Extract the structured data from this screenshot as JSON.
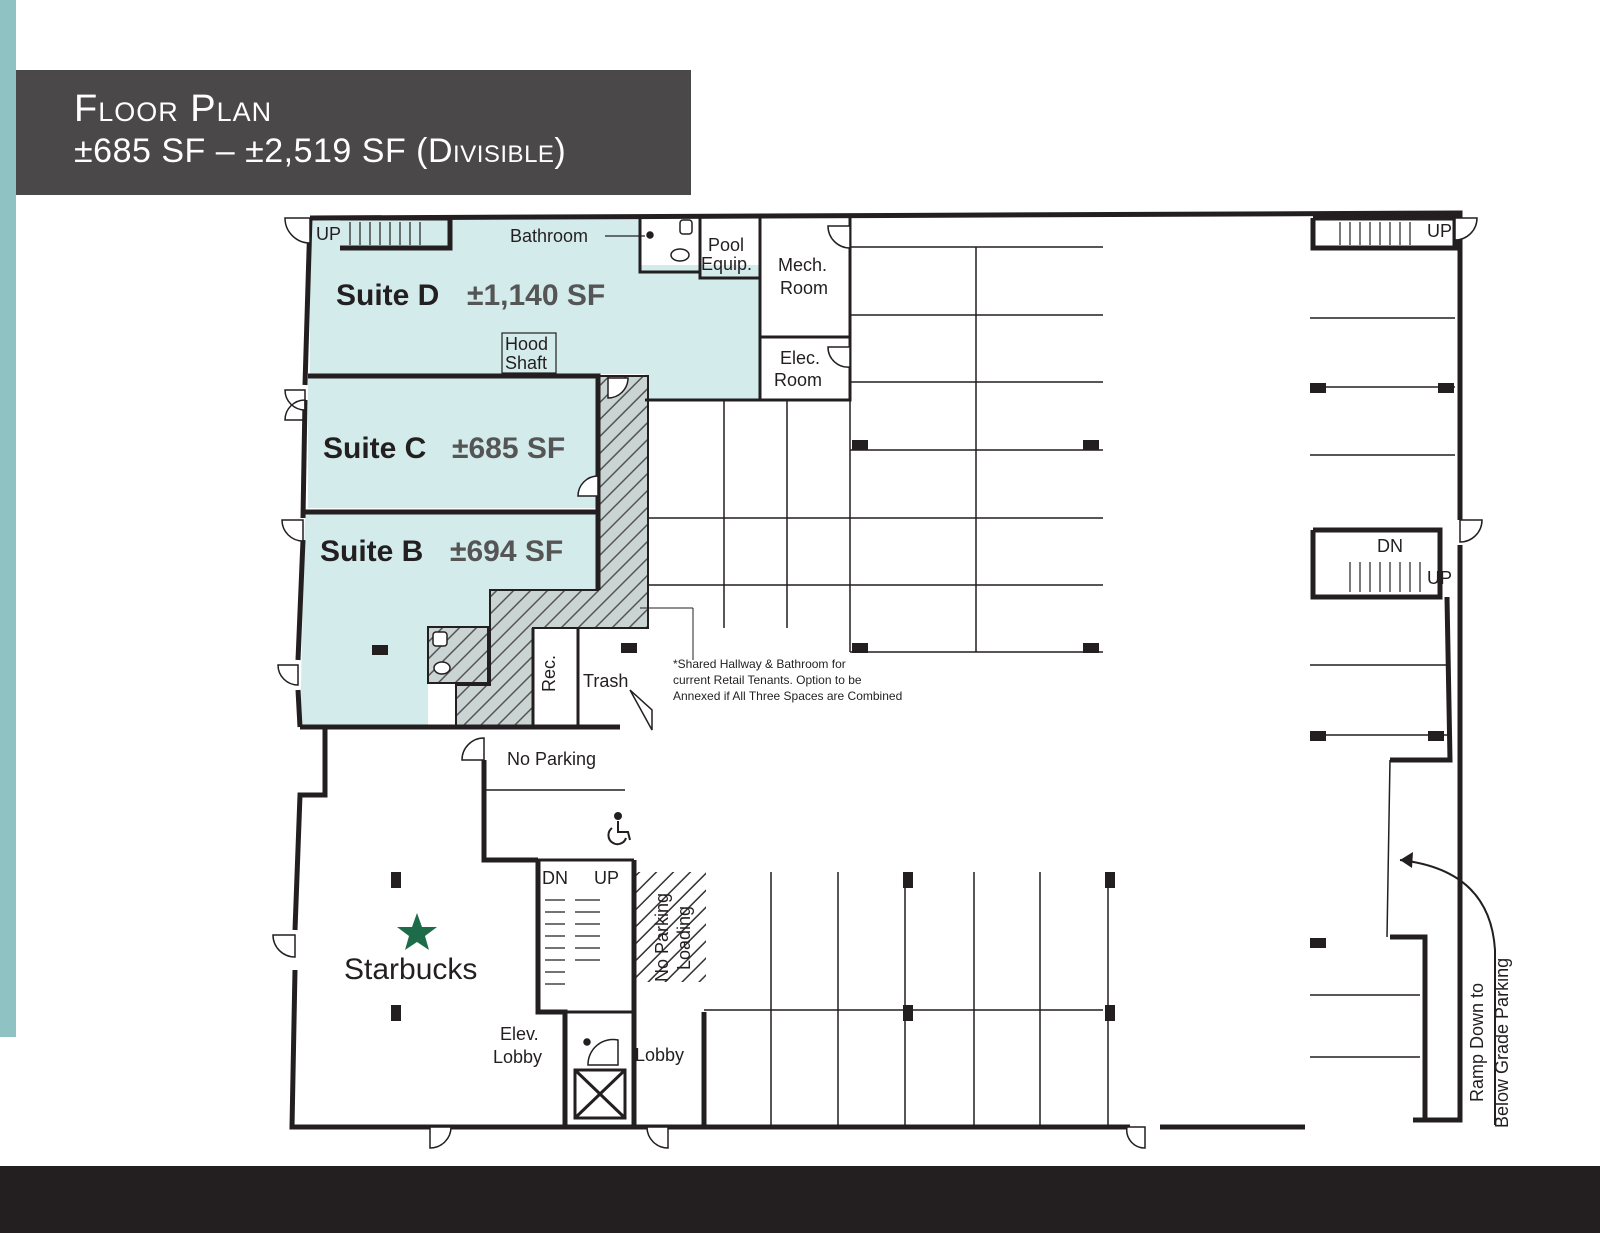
{
  "header": {
    "title": "Floor Plan",
    "subtitle": "±685 SF – ±2,519 SF (Divisible)"
  },
  "suites": [
    {
      "name": "Suite D",
      "area": "±1,140 SF"
    },
    {
      "name": "Suite C",
      "area": "±685 SF"
    },
    {
      "name": "Suite B",
      "area": "±694 SF"
    }
  ],
  "rooms": {
    "bathroom": "Bathroom",
    "pool_equip_1": "Pool",
    "pool_equip_2": "Equip.",
    "mech_1": "Mech.",
    "mech_2": "Room",
    "elec_1": "Elec.",
    "elec_2": "Room",
    "hood_1": "Hood",
    "hood_2": "Shaft",
    "rec": "Rec.",
    "trash": "Trash",
    "no_parking": "No Parking",
    "no_parking_loading_1": "No Parking",
    "no_parking_loading_2": "Loading",
    "elev_lobby_1": "Elev.",
    "elev_lobby_2": "Lobby",
    "lobby": "Lobby",
    "starbucks": "Starbucks"
  },
  "stairs": {
    "up": "UP",
    "dn": "DN"
  },
  "note": {
    "line1": "*Shared Hallway & Bathroom for",
    "line2": "current Retail Tenants. Option to be",
    "line3": "Annexed if All Three Spaces are Combined"
  },
  "ramp": {
    "line1": "Ramp Down to",
    "line2": "Below Grade Parking"
  },
  "colors": {
    "accent": "#8fc2c2",
    "suite_fill": "#d3ebea",
    "title_bg": "#4a4849",
    "footer": "#231f20",
    "star": "#1e6b4a"
  },
  "icons": [
    "star-icon",
    "accessible-icon"
  ]
}
